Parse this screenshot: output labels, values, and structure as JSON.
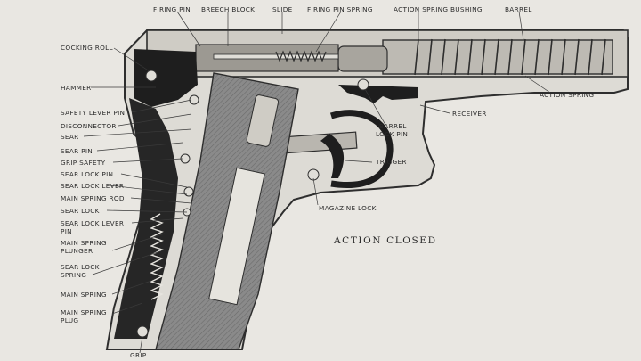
{
  "diagram": {
    "caption": "ACTION  CLOSED",
    "labels": {
      "firing_pin": "FIRING PIN",
      "breech_block": "BREECH BLOCK",
      "slide": "SLIDE",
      "firing_pin_spring": "FIRING PIN SPRING",
      "action_spring_bushing": "ACTION SPRING BUSHING",
      "barrel": "BARREL",
      "cocking_roll": "COCKING ROLL",
      "hammer": "HAMMER",
      "safety_lever_pin": "SAFETY LEVER PIN",
      "disconnector": "DISCONNECTOR",
      "sear": "SEAR",
      "sear_pin": "SEAR PIN",
      "grip_safety": "GRIP SAFETY",
      "sear_lock_pin": "SEAR LOCK PIN",
      "sear_lock_lever": "SEAR LOCK LEVER",
      "main_spring_rod": "MAIN SPRING ROD",
      "sear_lock": "SEAR LOCK",
      "sear_lock_lever_pin_1": "SEAR LOCK LEVER",
      "sear_lock_lever_pin_2": "PIN",
      "main_spring_plunger_1": "MAIN SPRING",
      "main_spring_plunger_2": "PLUNGER",
      "sear_lock_spring_1": "SEAR LOCK",
      "sear_lock_spring_2": "SPRING",
      "main_spring": "MAIN SPRING",
      "main_spring_plug_1": "MAIN SPRING",
      "main_spring_plug_2": "PLUG",
      "grip": "GRIP",
      "action_spring": "ACTION SPRING",
      "receiver": "RECEIVER",
      "barrel_lock_pin_1": "BARREL",
      "barrel_lock_pin_2": "LOCK PIN",
      "trigger": "TRIGGER",
      "magazine_lock": "MAGAZINE LOCK"
    }
  }
}
